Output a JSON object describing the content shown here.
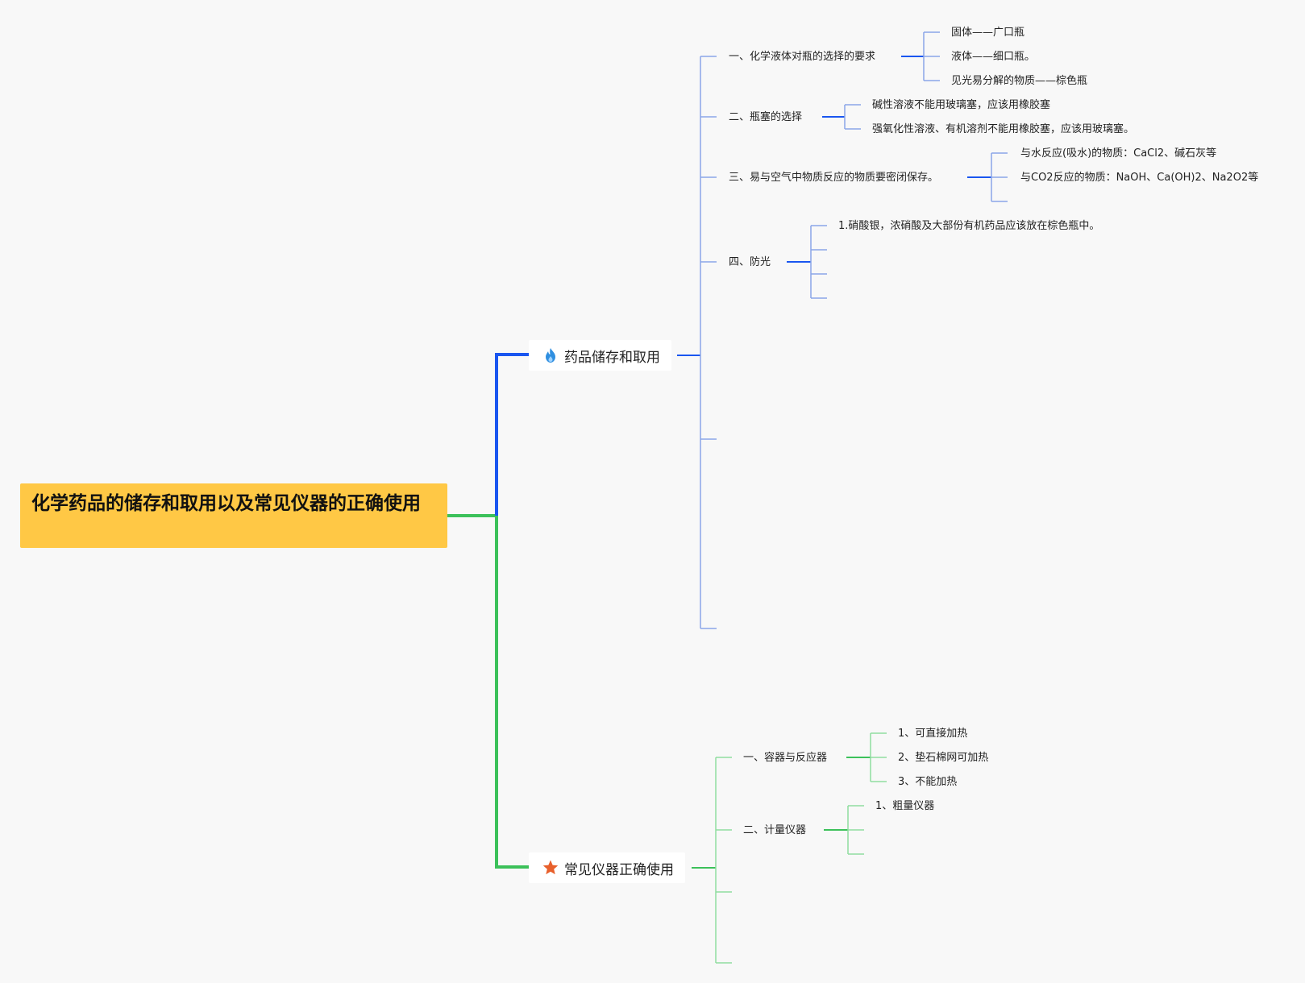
{
  "colors": {
    "root_fill": "#ffc845",
    "branch1_line": "#1a56f0",
    "branch1_sub": "#8aa6e8",
    "branch2_line": "#3cc15a",
    "branch2_sub": "#8fdd9f",
    "background": "#f8f8f8"
  },
  "root": {
    "title": "化学药品的储存和取用以及常见仪器的正确使用"
  },
  "branch_storage": {
    "label": "药品储存和取用",
    "icon": "flame-icon",
    "children": [
      {
        "label": "一、化学液体对瓶的选择的要求",
        "children": [
          "固体——广口瓶",
          "液体——细口瓶。",
          "见光易分解的物质——棕色瓶"
        ]
      },
      {
        "label": "二、瓶塞的选择",
        "children": [
          "碱性溶液不能用玻璃塞，应该用橡胶塞",
          "强氧化性溶液、有机溶剂不能用橡胶塞，应该用玻璃塞。"
        ]
      },
      {
        "label": "三、易与空气中物质反应的物质要密闭保存。",
        "children": [
          "与水反应(吸水)的物质：CaCl2、碱石灰等",
          "与CO2反应的物质：NaOH、Ca(OH)2、Na2O2等"
        ]
      },
      {
        "label": "四、防光",
        "children": [
          "1.硝酸银，浓硝酸及大部份有机药品应该放在棕色瓶中。"
        ]
      }
    ]
  },
  "branch_instruments": {
    "label": "常见仪器正确使用",
    "icon": "star-icon",
    "children": [
      {
        "label": "一、容器与反应器",
        "children": [
          "1、可直接加热",
          "2、垫石棉网可加热",
          "3、不能加热"
        ]
      },
      {
        "label": "二、计量仪器",
        "children": [
          "1、粗量仪器"
        ]
      }
    ]
  }
}
